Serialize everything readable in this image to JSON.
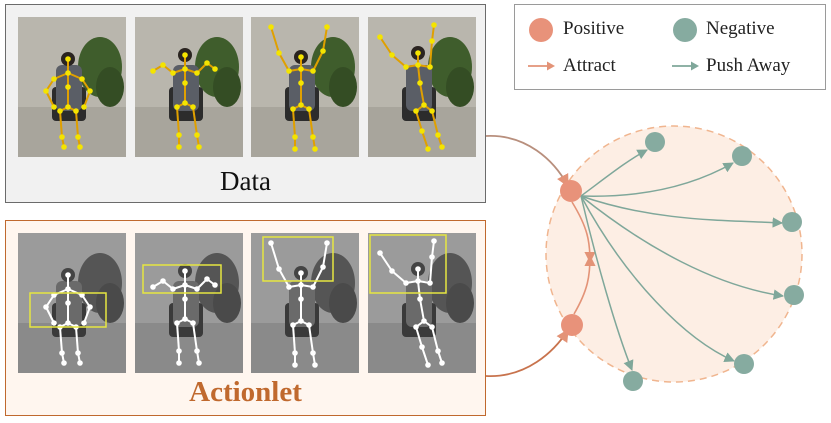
{
  "panels": {
    "data_title": "Data",
    "actionlet_title": "Actionlet"
  },
  "legend": {
    "positive_label": "Positive",
    "negative_label": "Negative",
    "attract_label": "Attract",
    "push_label": "Push Away"
  },
  "colors": {
    "positive": "#e8927a",
    "negative": "#86aba0",
    "attract_arrow": "#e39377",
    "push_arrow": "#7fa79a",
    "data_skeleton": "#f4e400",
    "data_bone": "#e0a000",
    "actionlet_box": "#e6e641",
    "actionlet_border": "#c0692e",
    "circle_fill": "#fdeee4",
    "circle_stroke": "#f0b58f"
  },
  "frames": {
    "data_count": 4,
    "actionlet_count": 4,
    "actions": [
      "arms-down",
      "arms-forward",
      "arms-raised",
      "arm-swing"
    ]
  }
}
